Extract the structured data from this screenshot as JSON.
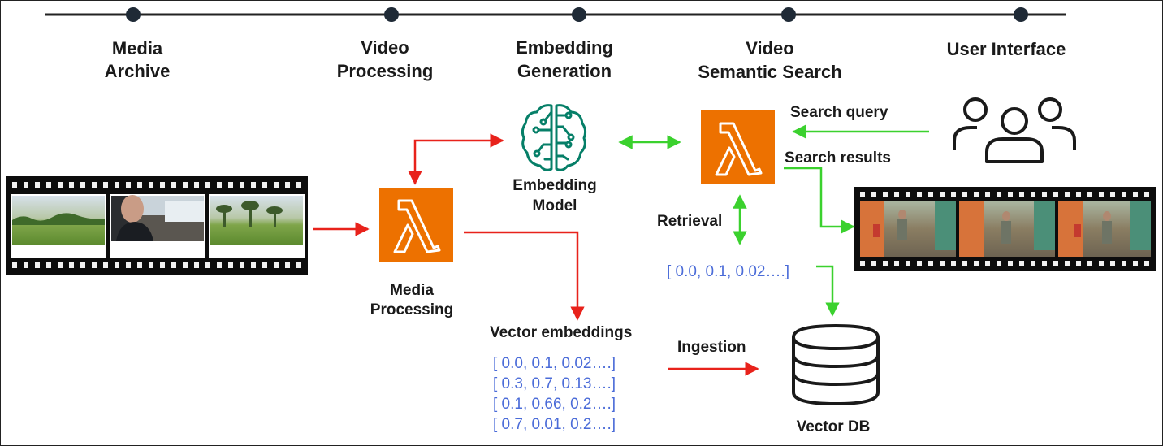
{
  "stages": [
    {
      "line1": "Media",
      "line2": "Archive"
    },
    {
      "line1": "Video",
      "line2": "Processing"
    },
    {
      "line1": "Embedding",
      "line2": "Generation"
    },
    {
      "line1": "Video",
      "line2": "Semantic Search"
    },
    {
      "line1": "User Interface",
      "line2": ""
    }
  ],
  "labels": {
    "embedding_model_1": "Embedding",
    "embedding_model_2": "Model",
    "media_processing_1": "Media",
    "media_processing_2": "Processing",
    "search_query": "Search query",
    "search_results": "Search results",
    "retrieval": "Retrieval",
    "vector_embeddings": "Vector embeddings",
    "ingestion": "Ingestion",
    "vector_db": "Vector DB"
  },
  "retrieval_vector": "[ 0.0, 0.1, 0.02….]",
  "embedding_vectors": [
    "[ 0.0, 0.1, 0.02….]",
    "[ 0.3, 0.7, 0.13….]",
    "[ 0.1, 0.66, 0.2….]",
    "[ 0.7, 0.01, 0.2….]"
  ],
  "colors": {
    "lambda_orange": "#ED7100",
    "model_teal": "#067F68",
    "arrow_red": "#E8221B",
    "arrow_green": "#3BD12E",
    "vector_blue": "#4A6BD8"
  },
  "icons": [
    "lambda-icon",
    "brain-circuit-icon",
    "users-icon",
    "database-icon",
    "film-strip-icon"
  ]
}
